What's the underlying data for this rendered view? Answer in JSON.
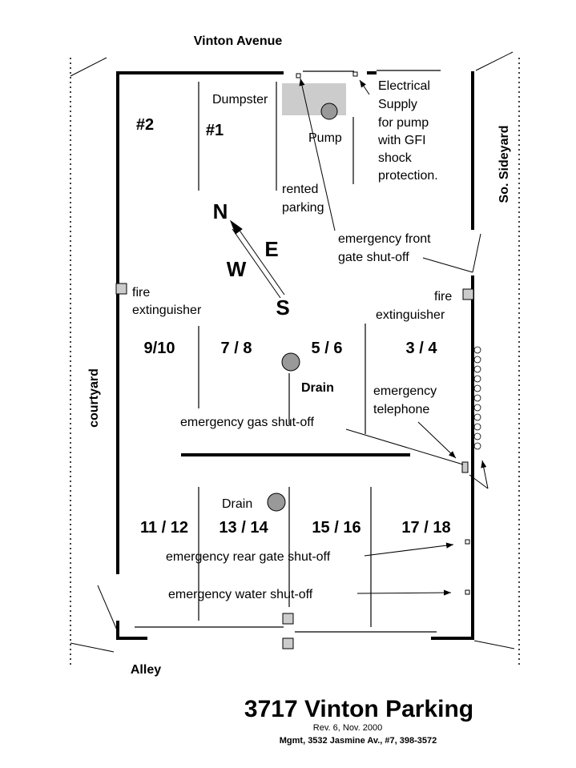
{
  "streets": {
    "top": "Vinton Avenue",
    "bottom": "Alley",
    "left": "courtyard",
    "right": "So. Sideyard"
  },
  "top_area": {
    "spot_2": "#2",
    "spot_1": "#1",
    "dumpster": "Dumpster",
    "pump": "Pump",
    "electrical_supply": [
      "Electrical",
      "Supply",
      "for pump",
      "with GFI",
      "shock",
      "protection."
    ],
    "rented_parking": [
      "rented",
      "parking"
    ],
    "front_gate_shutoff": [
      "emergency front",
      "gate shut-off"
    ]
  },
  "compass": {
    "n": "N",
    "e": "E",
    "w": "W",
    "s": "S"
  },
  "fire_extinguisher_left": [
    "fire",
    "extinguisher"
  ],
  "fire_extinguisher_right": [
    "fire",
    "extinguisher"
  ],
  "middle_slots": [
    "9/10",
    "7 / 8",
    "5 / 6",
    "3 / 4"
  ],
  "drain_middle": "Drain",
  "emergency_telephone": [
    "emergency",
    "telephone"
  ],
  "gas_shutoff": "emergency gas shut-off",
  "drain_bottom": "Drain",
  "bottom_slots": [
    "11 / 12",
    "13 /  14",
    "15 / 16",
    "17 / 18"
  ],
  "rear_gate_shutoff": "emergency rear gate shut-off",
  "water_shutoff": "emergency water shut-off",
  "footer": {
    "title": "3717 Vinton Parking",
    "revision": "Rev. 6,  Nov. 2000",
    "management": "Mgmt, 3532 Jasmine Av., #7, 398-3572"
  },
  "colors": {
    "line": "#000000",
    "fill_gray": "#cccccc",
    "drain_gray": "#999999",
    "background": "#ffffff"
  }
}
